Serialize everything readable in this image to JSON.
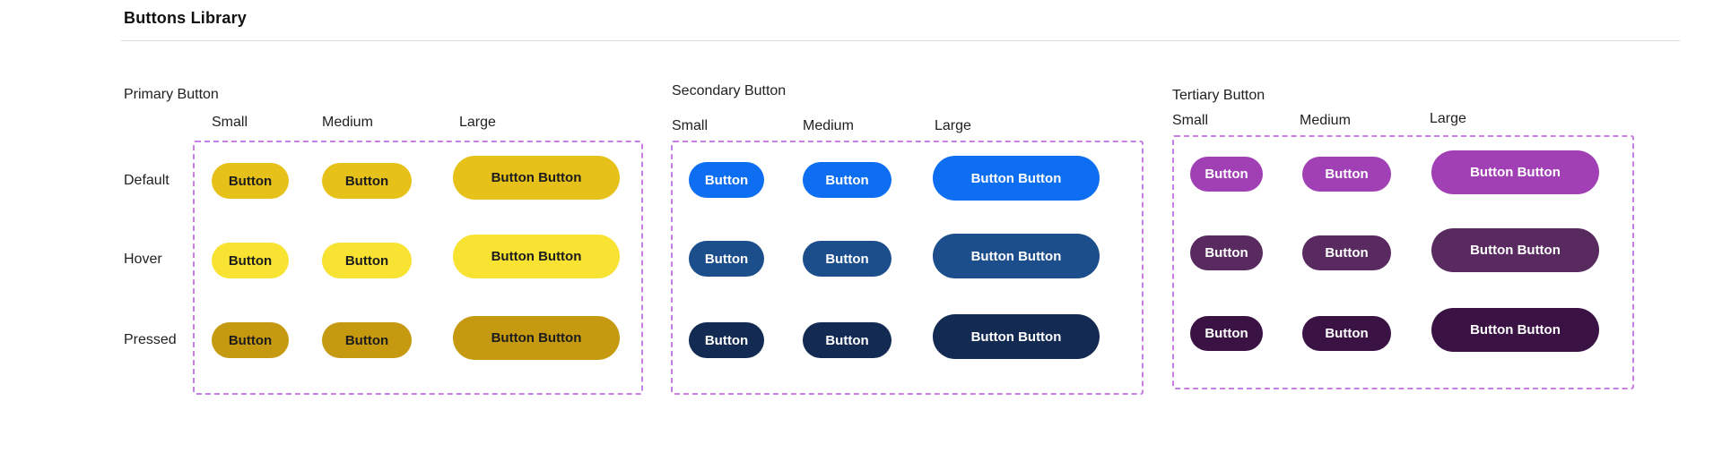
{
  "header": {
    "title": "Buttons Library"
  },
  "row_labels": {
    "default": "Default",
    "hover": "Hover",
    "pressed": "Pressed"
  },
  "button_labels": {
    "small": "Button",
    "medium": "Button",
    "large": "Button Button"
  },
  "frame_border_color": "#C77FE5",
  "sections": {
    "primary": {
      "title": "Primary Button",
      "columns": {
        "small": "Small",
        "medium": "Medium",
        "large": "Large"
      },
      "colors": {
        "default": "#E6C119",
        "hover": "#F8E232",
        "pressed": "#C59A10",
        "text": "#1C1C1C"
      }
    },
    "secondary": {
      "title": "Secondary Button",
      "columns": {
        "small": "Small",
        "medium": "Medium",
        "large": "Large"
      },
      "colors": {
        "default": "#0D6EF2",
        "hover": "#1D4E8C",
        "pressed": "#132B52",
        "text": "#FFFFFF"
      }
    },
    "tertiary": {
      "title": "Tertiary Button",
      "columns": {
        "small": "Small",
        "medium": "Medium",
        "large": "Large"
      },
      "colors": {
        "default": "#A13FB5",
        "hover": "#582A5F",
        "pressed": "#3A1243",
        "text": "#FFFFFF"
      }
    }
  }
}
